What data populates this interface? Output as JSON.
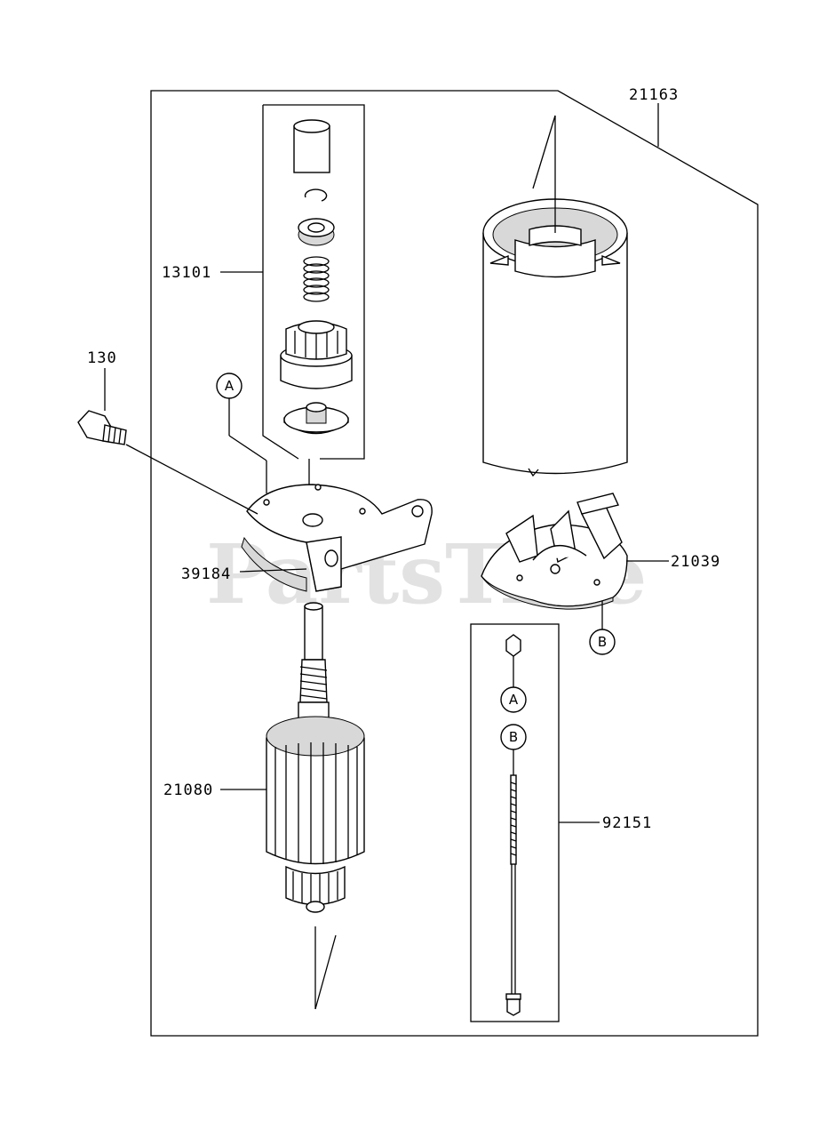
{
  "diagram": {
    "watermark": "PartsTree",
    "callouts": {
      "housing": "21163",
      "drive_kit": "13101",
      "bolt": "130",
      "bracket": "39184",
      "armature": "21080",
      "brush_holder": "21039",
      "through_bolt": "92151"
    },
    "markers": {
      "a": "A",
      "b": "B"
    }
  }
}
